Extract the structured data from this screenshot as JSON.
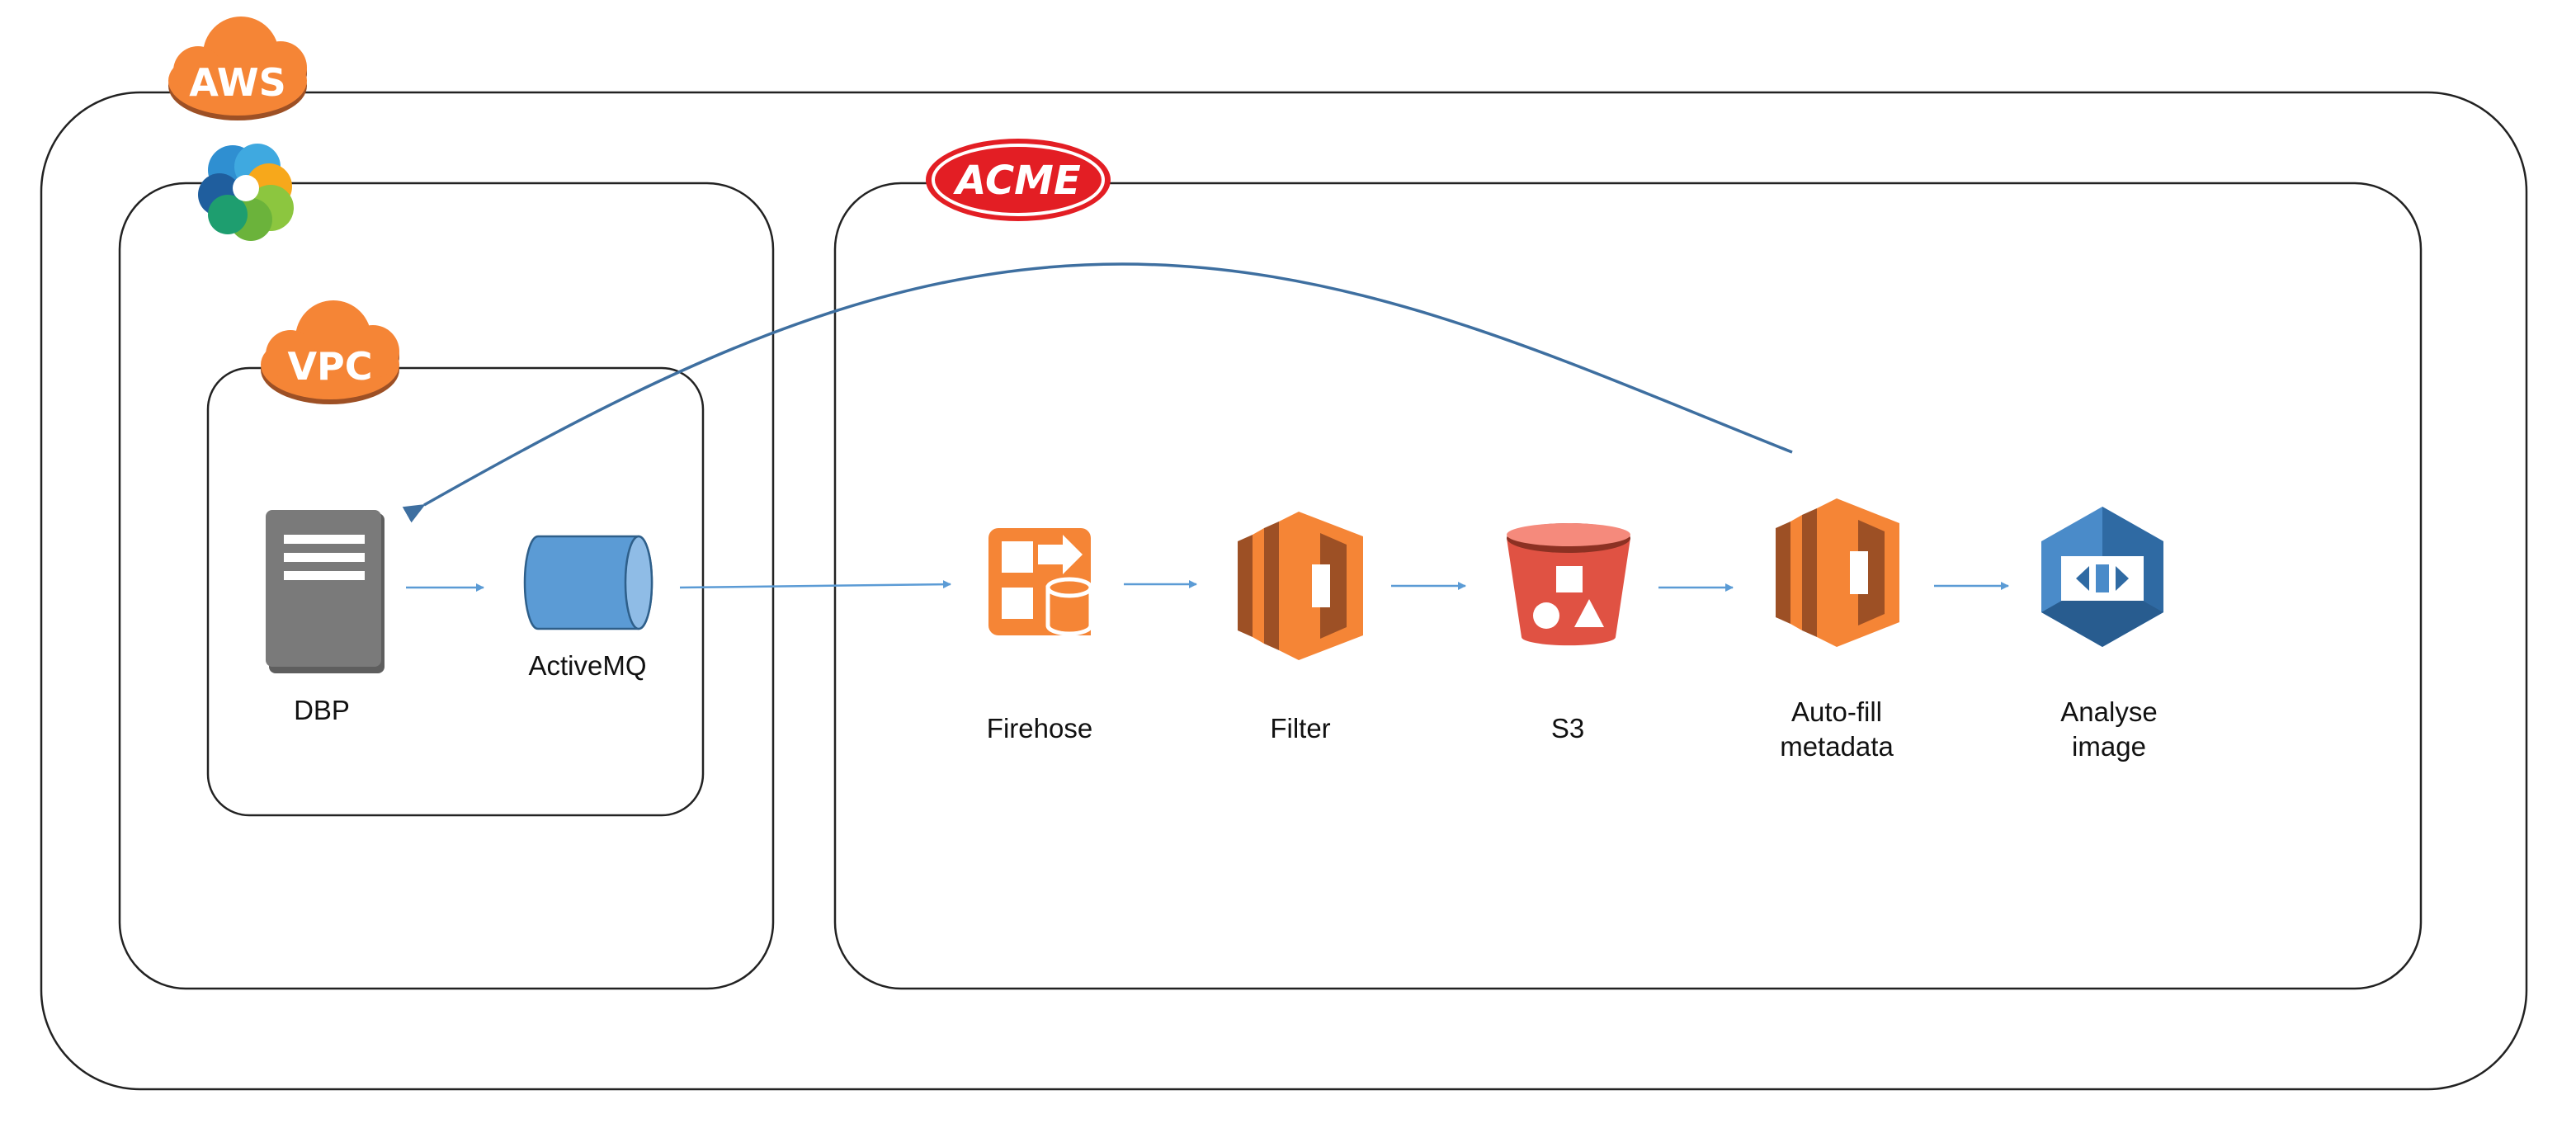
{
  "containers": {
    "aws": {
      "badge": "AWS",
      "badge_color": "#F58536"
    },
    "alfresco": {
      "logo_icon": "alfresco-flower-logo"
    },
    "vpc": {
      "badge": "VPC",
      "badge_color": "#F58536"
    },
    "acme": {
      "badge": "ACME",
      "badge_color": "#E31E24"
    }
  },
  "nodes": {
    "dbp": {
      "label": "DBP",
      "icon": "server-icon"
    },
    "activemq": {
      "label": "ActiveMQ",
      "icon": "queue-cylinder-icon"
    },
    "firehose": {
      "label": "Firehose",
      "icon": "kinesis-firehose-icon"
    },
    "filter": {
      "label": "Filter",
      "icon": "lambda-icon"
    },
    "s3": {
      "label": "S3",
      "icon": "s3-bucket-icon"
    },
    "autofill": {
      "label_line1": "Auto-fill",
      "label_line2": "metadata",
      "icon": "lambda-icon"
    },
    "analyse": {
      "label_line1": "Analyse",
      "label_line2": "image",
      "icon": "rekognition-icon"
    }
  },
  "colors": {
    "container_stroke": "#222222",
    "arrow": "#5B9BD5",
    "return_arrow": "#3E6FA0",
    "aws_orange": "#F58536",
    "aws_orange_dark": "#9D5025",
    "s3_red": "#E05243",
    "rekognition_blue": "#4A8BC9",
    "server_gray": "#7A7A7A",
    "queue_blue": "#5B9BD5"
  }
}
